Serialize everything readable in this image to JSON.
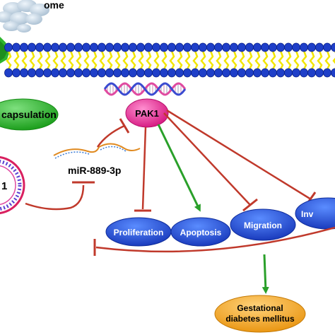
{
  "labels": {
    "exosome_fragment": "ome",
    "encapsulation_fragment": "capsulation",
    "pak1": "PAK1",
    "mirna": "miR-889-3p",
    "circ_fragment": "1",
    "proliferation": "Proliferation",
    "apoptosis": "Apoptosis",
    "migration": "Migration",
    "invasion_fragment": "Inv",
    "outcome_line1": "Gestational",
    "outcome_line2": "diabetes mellitus"
  },
  "colors": {
    "inhibit": "#c0392b",
    "promote": "#2aa02a",
    "membrane_blue": "#1f3fc8",
    "membrane_yellow": "#f2e600",
    "pak1_fill": "#e0208a",
    "ellipse_blue": "#1a4fd6",
    "encapsulation_green": "#22b022",
    "outcome_orange": "#f2a31b",
    "exosome_gray": "#b8ccdc",
    "dna_pink": "#e04aa0",
    "dna_blue": "#3a4bd0"
  },
  "icons": {
    "dna": "dna-helix-icon",
    "exosome": "exosome-cluster-icon",
    "receptor": "green-receptor-icon",
    "circ": "circular-rna-vesicle-icon",
    "mirna": "mirna-strand-icon"
  }
}
